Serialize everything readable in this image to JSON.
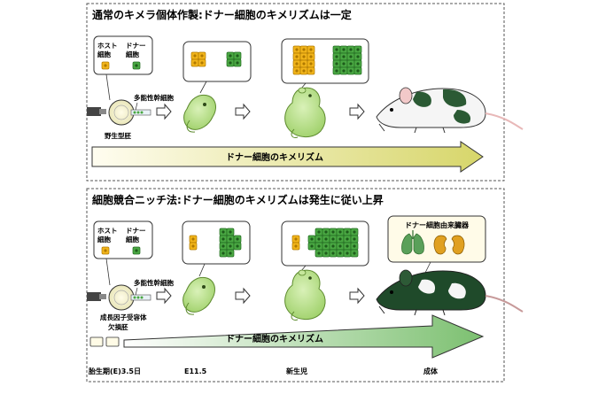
{
  "panel_top": {
    "title": "通常のキメラ個体作製:ドナー細胞のキメリズムは一定",
    "label_host": [
      "ホスト",
      "細胞"
    ],
    "label_donor": [
      "ドナー",
      "細胞"
    ],
    "label_stem": "多能性幹細胞",
    "label_embryo": "野生型胚",
    "arrow_label": "ドナー細胞のキメリズム"
  },
  "panel_bottom": {
    "title": "細胞競合ニッチ法:ドナー細胞のキメリズムは発生に従い上昇",
    "label_host": [
      "ホスト",
      "細胞"
    ],
    "label_donor": [
      "ドナー",
      "細胞"
    ],
    "label_stem": "多能性幹細胞",
    "label_embryo": [
      "成長因子受容体",
      "欠損胚"
    ],
    "organ_label": "ドナー細胞由来臓器",
    "arrow_label": "ドナー細胞のキメリズム"
  },
  "timeline": [
    "胎生期(E)3.5日",
    "E11.5",
    "新生児",
    "成体"
  ],
  "colors": {
    "host": "#f2b51b",
    "donor": "#4aa843",
    "fetus": "#b9e08a",
    "mouse_dark": "#1f4a2a",
    "arrow_top": "#e6e27a",
    "arrow_bottom": "#b9dca8",
    "frame": "#555555"
  }
}
